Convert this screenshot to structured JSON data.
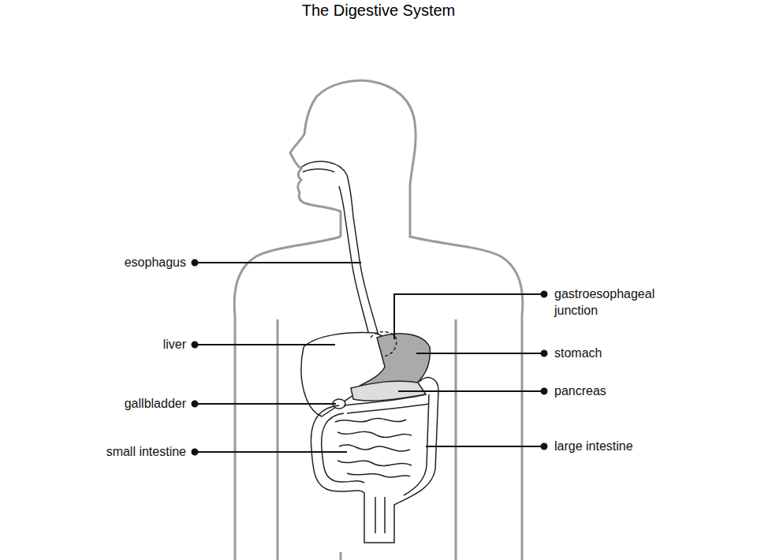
{
  "diagram": {
    "title": "The Digestive System",
    "labels": [
      "esophagus",
      "gastroesophageal junction",
      "liver",
      "stomach",
      "pancreas",
      "gallbladder",
      "large intestine",
      "small intestine"
    ]
  }
}
